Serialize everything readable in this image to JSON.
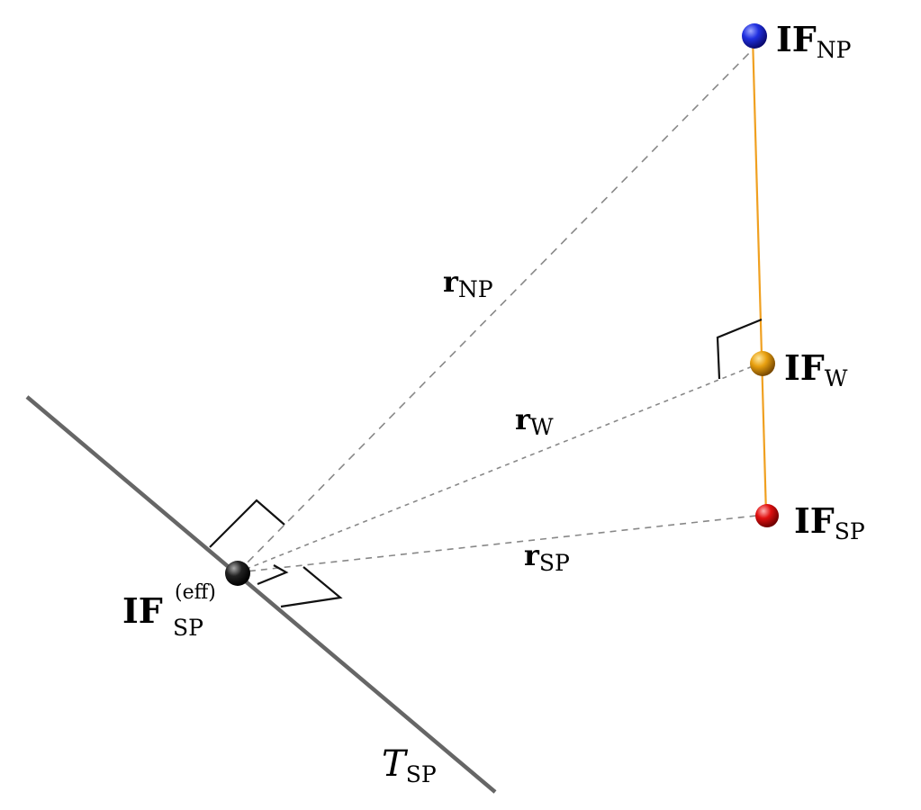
{
  "points": {
    "if_np": {
      "main": "IF",
      "sub": "NP",
      "color": "#1a1ad8"
    },
    "if_w": {
      "main": "IF",
      "sub": "W",
      "color": "#e0a010"
    },
    "if_sp": {
      "main": "IF",
      "sub": "SP",
      "color": "#d81010"
    },
    "if_sp_eff": {
      "main": "IF",
      "sub": "SP",
      "sup": "(eff)",
      "color": "#111111"
    }
  },
  "vectors": {
    "r_np": {
      "main": "r",
      "sub": "NP"
    },
    "r_w": {
      "main": "r",
      "sub": "W"
    },
    "r_sp": {
      "main": "r",
      "sub": "SP"
    }
  },
  "plane": {
    "main": "T",
    "sub": "SP"
  },
  "colors": {
    "axis_line": "#f0a020",
    "plane_line": "#666666",
    "dashed": "#888888"
  }
}
